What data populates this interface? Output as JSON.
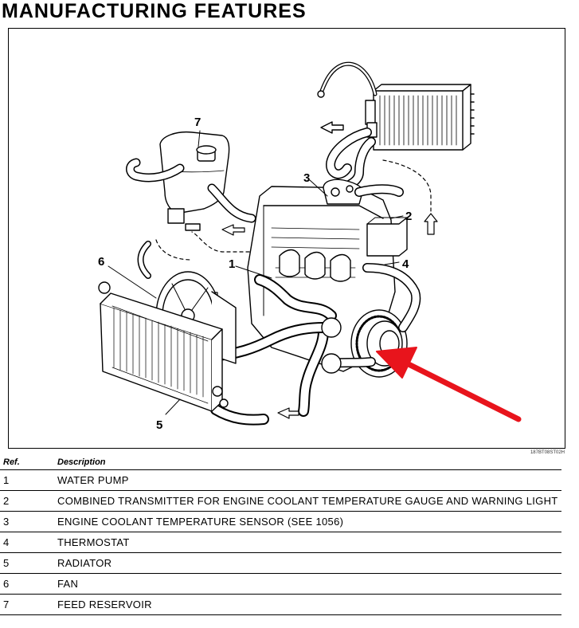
{
  "page": {
    "title": "MANUFACTURING FEATURES",
    "figure_code": "187BT08ST02H",
    "accent_color": "#e8141c"
  },
  "figure": {
    "callouts": [
      "1",
      "2",
      "3",
      "4",
      "5",
      "6",
      "7"
    ]
  },
  "table": {
    "headers": {
      "ref": "Ref.",
      "description": "Description"
    },
    "rows": [
      {
        "ref": "1",
        "description": "WATER PUMP"
      },
      {
        "ref": "2",
        "description": "COMBINED TRANSMITTER FOR ENGINE COOLANT TEMPERATURE GAUGE AND WARNING LIGHT"
      },
      {
        "ref": "3",
        "description": "ENGINE COOLANT TEMPERATURE SENSOR (SEE 1056)"
      },
      {
        "ref": "4",
        "description": "THERMOSTAT"
      },
      {
        "ref": "5",
        "description": "RADIATOR"
      },
      {
        "ref": "6",
        "description": "FAN"
      },
      {
        "ref": "7",
        "description": "FEED RESERVOIR"
      }
    ]
  }
}
